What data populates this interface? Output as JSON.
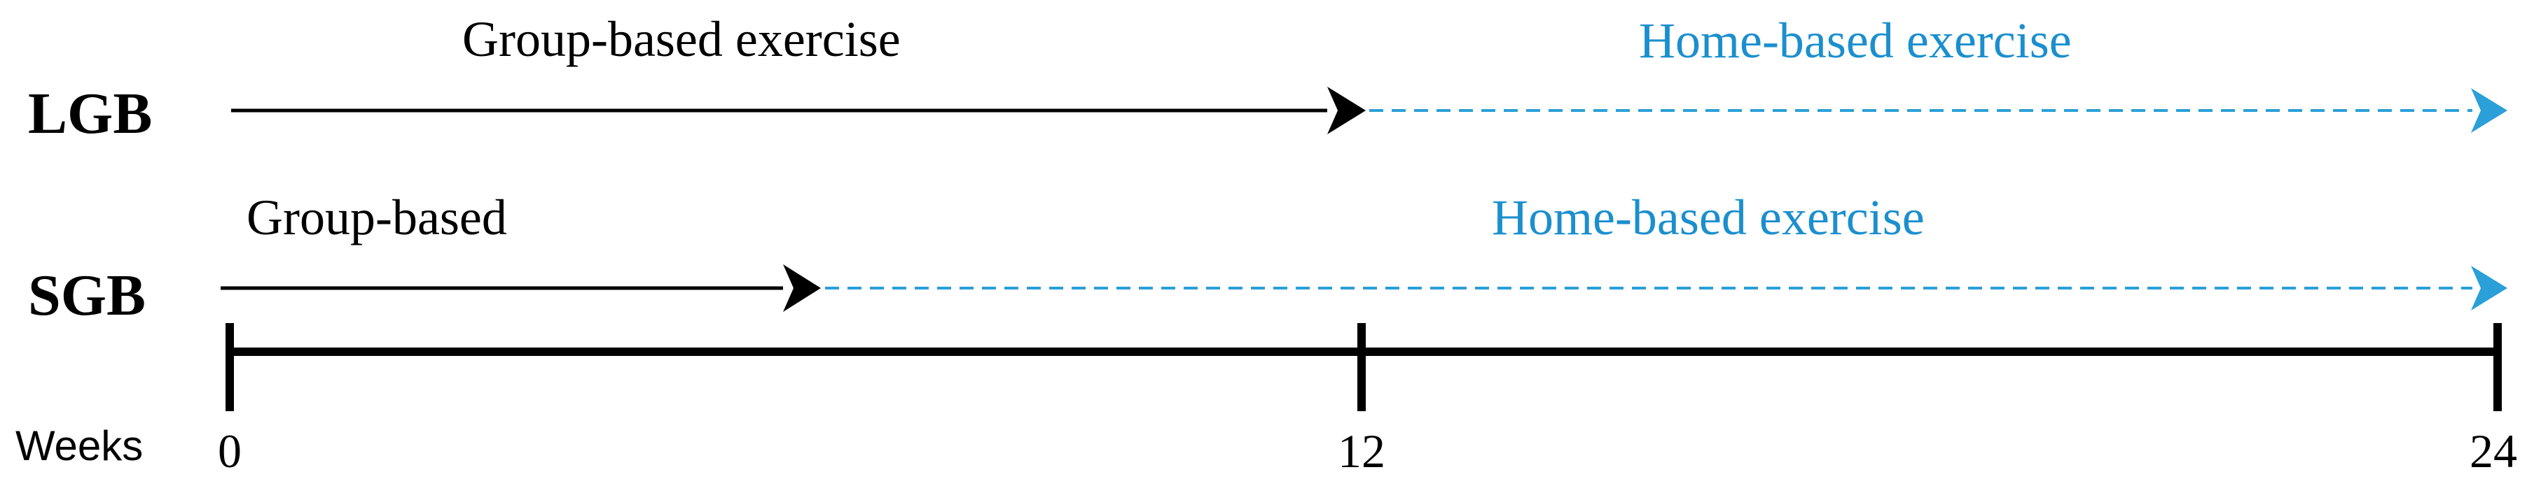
{
  "groups": {
    "lgb": {
      "label": "LGB",
      "phase1": "Group-based exercise",
      "phase2": "Home-based exercise"
    },
    "sgb": {
      "label": "SGB",
      "phase1": "Group-based",
      "phase2": "Home-based exercise"
    }
  },
  "axis": {
    "unit_label": "Weeks",
    "ticks": [
      "0",
      "12",
      "24"
    ]
  },
  "colors": {
    "text": "#000000",
    "home_phase": "#1b8fce",
    "home_line": "#2a9fd8"
  }
}
